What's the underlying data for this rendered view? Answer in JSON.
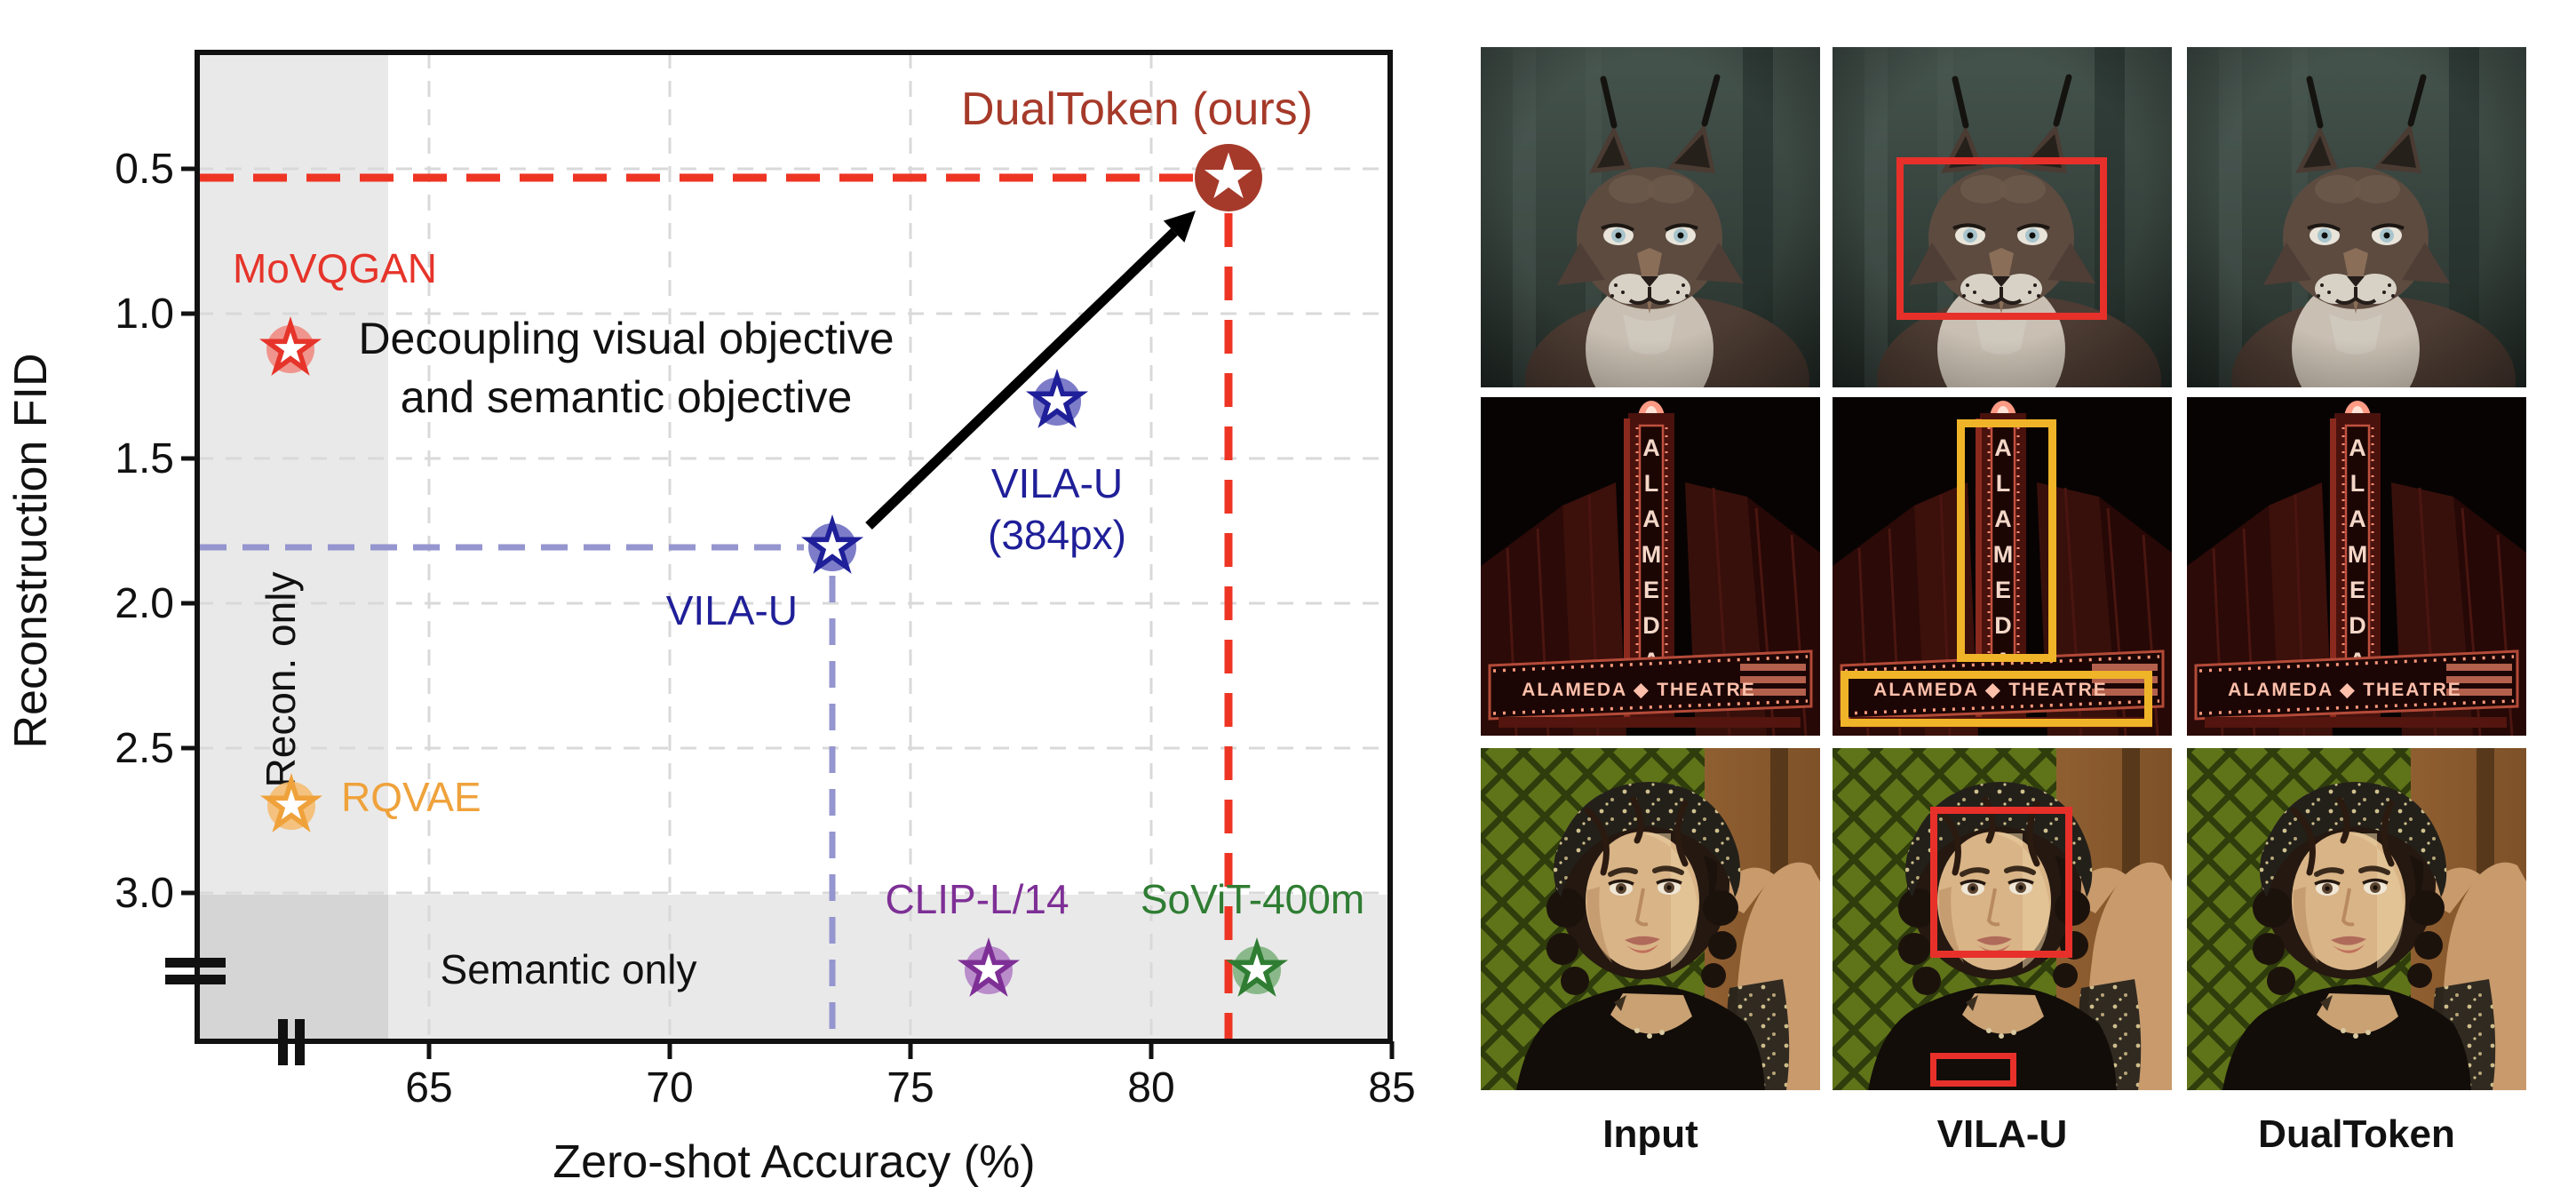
{
  "chart_data": {
    "type": "scatter",
    "xlabel": "Zero-shot Accuracy (%)",
    "ylabel": "Reconstruction FID",
    "x_tick_labels": [
      "65",
      "70",
      "75",
      "80",
      "85"
    ],
    "y_tick_labels": [
      "0.5",
      "1.0",
      "1.5",
      "2.0",
      "2.5",
      "3.0"
    ],
    "x_range": [
      63,
      85
    ],
    "y_axis": "inverted (low FID at top), broken below 3.0",
    "x_axis": "broken left of 64 (recon-only zone)",
    "grid": true,
    "regions": {
      "recon_only_label": "Recon. only",
      "semantic_only_label": "Semantic only"
    },
    "annotation_line1": "Decoupling visual objective",
    "annotation_line2": "and semantic objective",
    "points": [
      {
        "name": "MoVQGAN",
        "label": "MoVQGAN",
        "x": null,
        "y": 1.12,
        "region": "recon-only",
        "color": "#e6342a"
      },
      {
        "name": "RQVAE",
        "label": "RQVAE",
        "x": null,
        "y": 2.7,
        "region": "recon-only",
        "color": "#efa23b"
      },
      {
        "name": "VILA-U",
        "label": "VILA-U",
        "x": 73.4,
        "y": 1.8,
        "region": "both",
        "color": "#1f1f99"
      },
      {
        "name": "VILA-U-384px",
        "label_line1": "VILA-U",
        "label_line2": "(384px)",
        "x": 78.0,
        "y": 1.3,
        "region": "both",
        "color": "#1f1f99"
      },
      {
        "name": "DualToken",
        "label": "DualToken (ours)",
        "x": 81.6,
        "y": 0.53,
        "region": "both",
        "color": "#a63a2a"
      },
      {
        "name": "CLIP-L/14",
        "label": "CLIP-L/14",
        "x": 76.6,
        "y": null,
        "region": "semantic-only",
        "color": "#7e2f96"
      },
      {
        "name": "SoViT-400m",
        "label": "SoViT-400m",
        "x": 82.2,
        "y": null,
        "region": "semantic-only",
        "color": "#2f7d33"
      }
    ],
    "crosshairs": [
      {
        "point": "DualToken",
        "color": "#ee3524",
        "style": "dashed"
      },
      {
        "point": "VILA-U",
        "color": "#9595cf",
        "style": "dashed"
      }
    ],
    "arrow": {
      "from": "VILA-U",
      "to": "DualToken",
      "color": "#000000"
    }
  },
  "panel": {
    "column_labels": [
      "Input",
      "VILA-U",
      "DualToken"
    ],
    "rows": [
      "lynx portrait",
      "Alameda theatre sign at night",
      "woman portrait"
    ],
    "theatre": {
      "sign_letters": [
        "A",
        "L",
        "A",
        "M",
        "E",
        "D",
        "A"
      ],
      "marquee_text": "ALAMEDA ◆ THEATRE"
    },
    "annotation_colors": {
      "red_box": "#e8302a",
      "yellow_box": "#f0b429"
    }
  }
}
